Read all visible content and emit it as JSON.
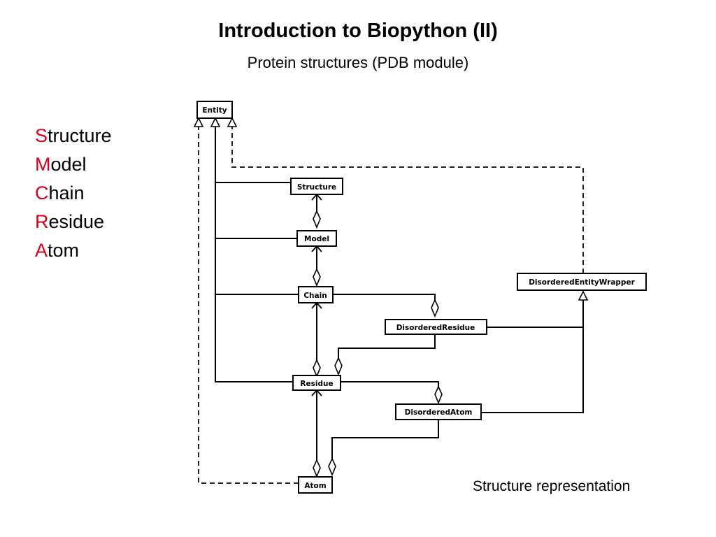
{
  "title": "Introduction to Biopython (II)",
  "subtitle": "Protein structures (PDB module)",
  "hierarchy": [
    {
      "initial": "S",
      "rest": "tructure"
    },
    {
      "initial": "M",
      "rest": "odel"
    },
    {
      "initial": "C",
      "rest": "hain"
    },
    {
      "initial": "R",
      "rest": "esidue"
    },
    {
      "initial": "A",
      "rest": "tom"
    }
  ],
  "colors": {
    "initial_letter": "#d8001b"
  },
  "diagram": {
    "nodes": {
      "entity": "Entity",
      "structure": "Structure",
      "model": "Model",
      "chain": "Chain",
      "disordered_residue": "DisorderedResidue",
      "disordered_entity_wrapper": "DisorderedEntityWrapper",
      "residue": "Residue",
      "disordered_atom": "DisorderedAtom",
      "atom": "Atom"
    }
  },
  "caption": "Structure representation"
}
